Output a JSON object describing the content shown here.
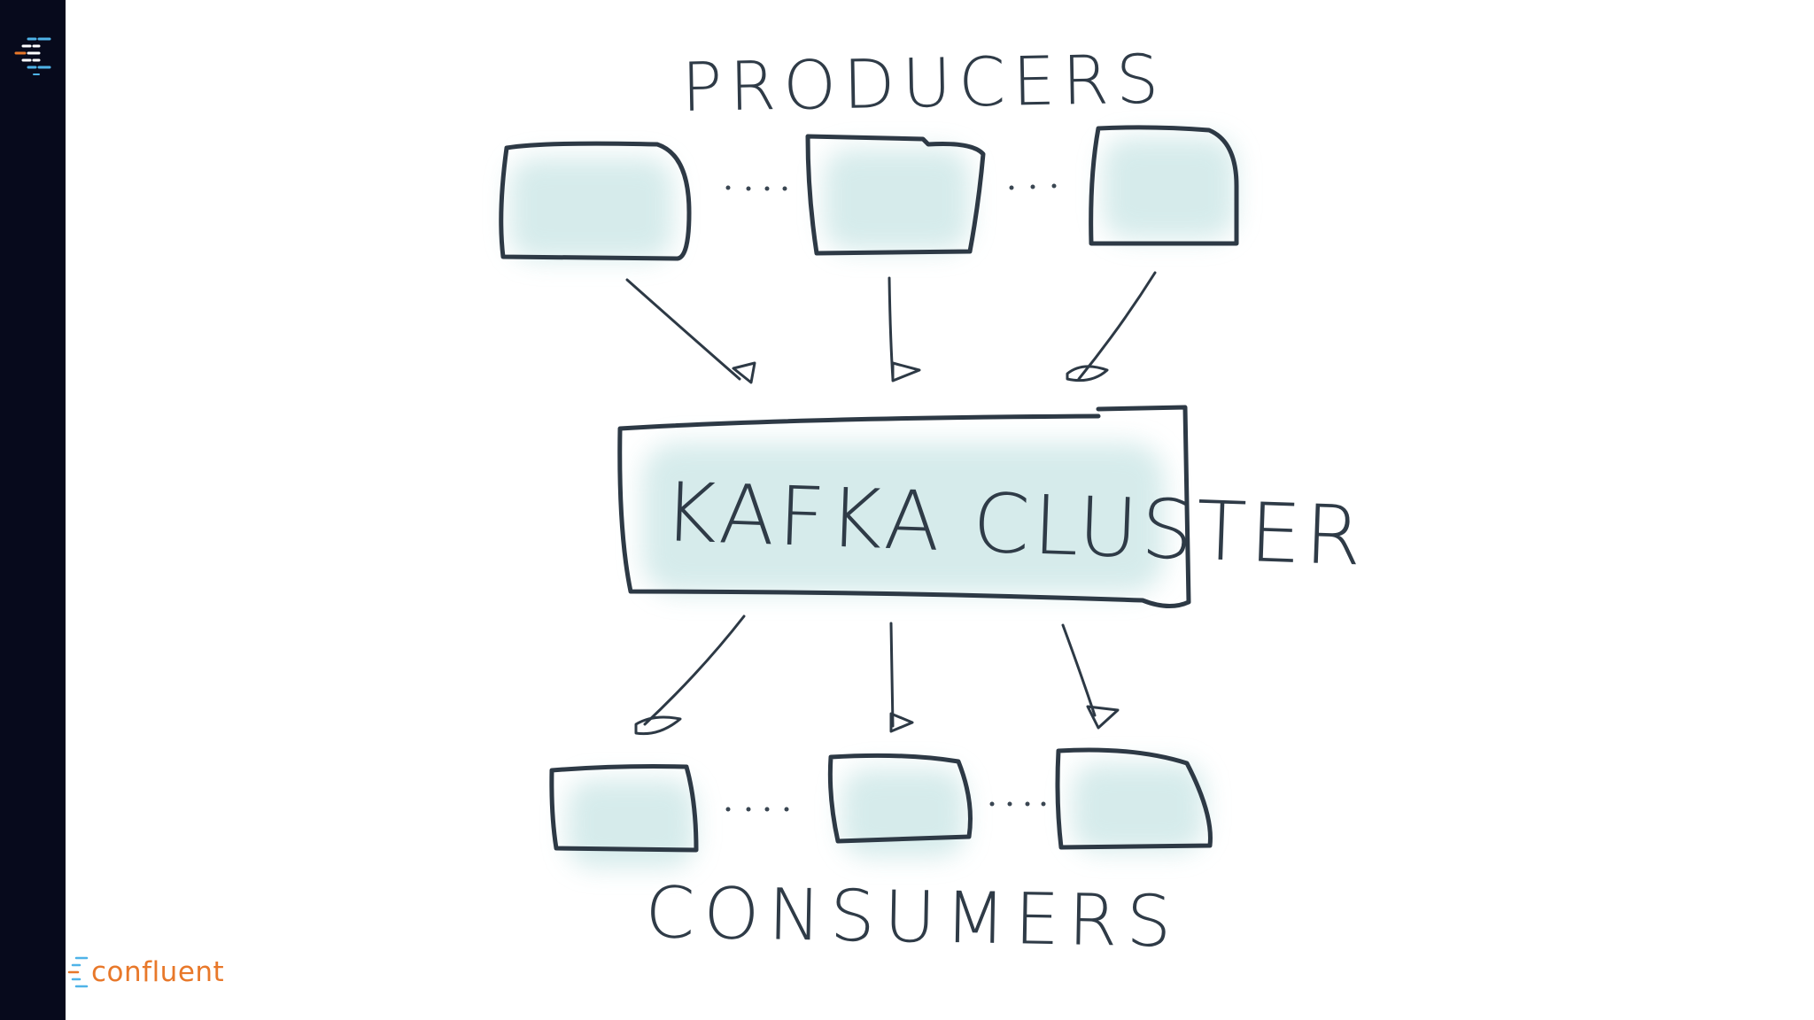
{
  "diagram": {
    "producers_label": "PRODUCERS",
    "cluster_label": "KAFKA  CLUSTER",
    "consumers_label": "CONSUMERS"
  },
  "brand": {
    "name": "confluent",
    "accent_color": "#e8782a"
  },
  "colors": {
    "sidebar": "#070a1c",
    "ink": "#2d3945",
    "wash": "#cfe8e8"
  },
  "icons": {
    "sidebar": "confluent-mark-icon",
    "brand": "confluent-mark-icon"
  }
}
